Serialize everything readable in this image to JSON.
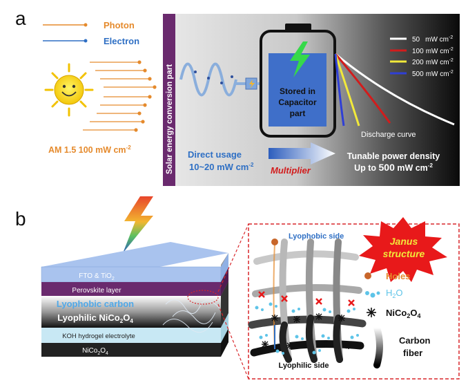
{
  "panel_a": {
    "letter": "a",
    "legend_photon": "Photon",
    "legend_electron": "Electron",
    "am_label": "AM 1.5  100 mW cm",
    "am_sup": "-2",
    "side_label": "Solar energy conversion part",
    "stored_lines": [
      "Stored in",
      "Capacitor",
      "part"
    ],
    "power_legend": [
      {
        "value": "50",
        "unit": "mW cm",
        "sup": "-2",
        "color": "#ffffff"
      },
      {
        "value": "100",
        "unit": "mW cm",
        "sup": "-2",
        "color": "#d21c1c"
      },
      {
        "value": "200",
        "unit": "mW cm",
        "sup": "-2",
        "color": "#f2e93a"
      },
      {
        "value": "500",
        "unit": "mW cm",
        "sup": "-2",
        "color": "#2f3fd6"
      }
    ],
    "discharge_label": "Discharge curve",
    "direct_usage": "Direct usage",
    "direct_range": "10~20 mW cm",
    "direct_sup": "-2",
    "multiplier": "Multiplier",
    "tunable": "Tunable power density",
    "up_to": "Up to ",
    "up_to_value": "500",
    "up_to_unit": " mW cm",
    "up_to_sup": "-2"
  },
  "panel_b": {
    "letter": "b",
    "layers": {
      "fto": "FTO & TiO",
      "fto_sub": "2",
      "perovskite": "Perovskite layer",
      "lyophobic": "Lyophobic carbon",
      "lyophilic": "Lyophilic NiCo",
      "lyophilic_sub1": "2",
      "lyophilic_o": "O",
      "lyophilic_sub2": "4",
      "koh": "KOH hydrogel electrolyte",
      "nico": "NiCo",
      "nico_sub1": "2",
      "nico_o": "O",
      "nico_sub2": "4"
    },
    "inset": {
      "lyophobic_side": "Lyophobic side",
      "lyophilic_side": "Lyophilic side",
      "janus": [
        "Janus",
        "structure"
      ],
      "holes": "Holes",
      "h2o": "H",
      "h2o_sub": "2",
      "h2o_o": "O",
      "nico": "NiCo",
      "nico_sub1": "2",
      "nico_o": "O",
      "nico_sub2": "4",
      "carbon_fiber": [
        "Carbon",
        "fiber"
      ]
    }
  },
  "colors": {
    "orange": "#e58a2c",
    "blue_label": "#2e6fc4",
    "purple_bar": "#6a2a6e",
    "battery_blue": "#3f6fc9",
    "bolt_green": "#36d94a",
    "janus_red": "#e8191a",
    "dashed_red": "#d9262a"
  }
}
